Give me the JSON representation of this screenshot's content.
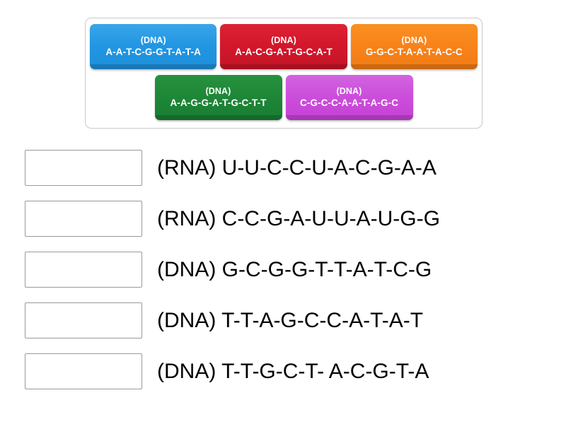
{
  "tile_panel": {
    "name": "draggable-tiles-panel",
    "rows": [
      {
        "tiles": [
          {
            "kind": "(DNA)",
            "sequence": "A-A-T-C-G-G-T-A-T-A",
            "color": "#2196e3",
            "color_name": "blue"
          },
          {
            "kind": "(DNA)",
            "sequence": "A-A-C-G-A-T-G-C-A-T",
            "color": "#d3172b",
            "color_name": "red"
          },
          {
            "kind": "(DNA)",
            "sequence": "G-G-C-T-A-A-T-A-C-C",
            "color": "#f8831a",
            "color_name": "orange"
          }
        ]
      },
      {
        "tiles": [
          {
            "kind": "(DNA)",
            "sequence": "A-A-G-G-A-T-G-C-T-T",
            "color": "#1e8738",
            "color_name": "green"
          },
          {
            "kind": "(DNA)",
            "sequence": "C-G-C-C-A-A-T-A-G-C",
            "color": "#cc4ddb",
            "color_name": "purple"
          }
        ]
      }
    ]
  },
  "answers": [
    {
      "drop_value": "",
      "label": "(RNA) U-U-C-C-U-A-C-G-A-A"
    },
    {
      "drop_value": "",
      "label": "(RNA) C-C-G-A-U-U-A-U-G-G"
    },
    {
      "drop_value": "",
      "label": "(DNA) G-C-G-G-T-T-A-T-C-G"
    },
    {
      "drop_value": "",
      "label": "(DNA) T-T-A-G-C-C-A-T-A-T"
    },
    {
      "drop_value": "",
      "label": "(DNA) T-T-G-C-T- A-C-G-T-A"
    }
  ],
  "colors": {
    "page_background": "#ffffff",
    "panel_border": "#c9c9c9",
    "drop_box_border": "#9a9a9a",
    "text": "#000000",
    "tile_text": "#ffffff"
  }
}
